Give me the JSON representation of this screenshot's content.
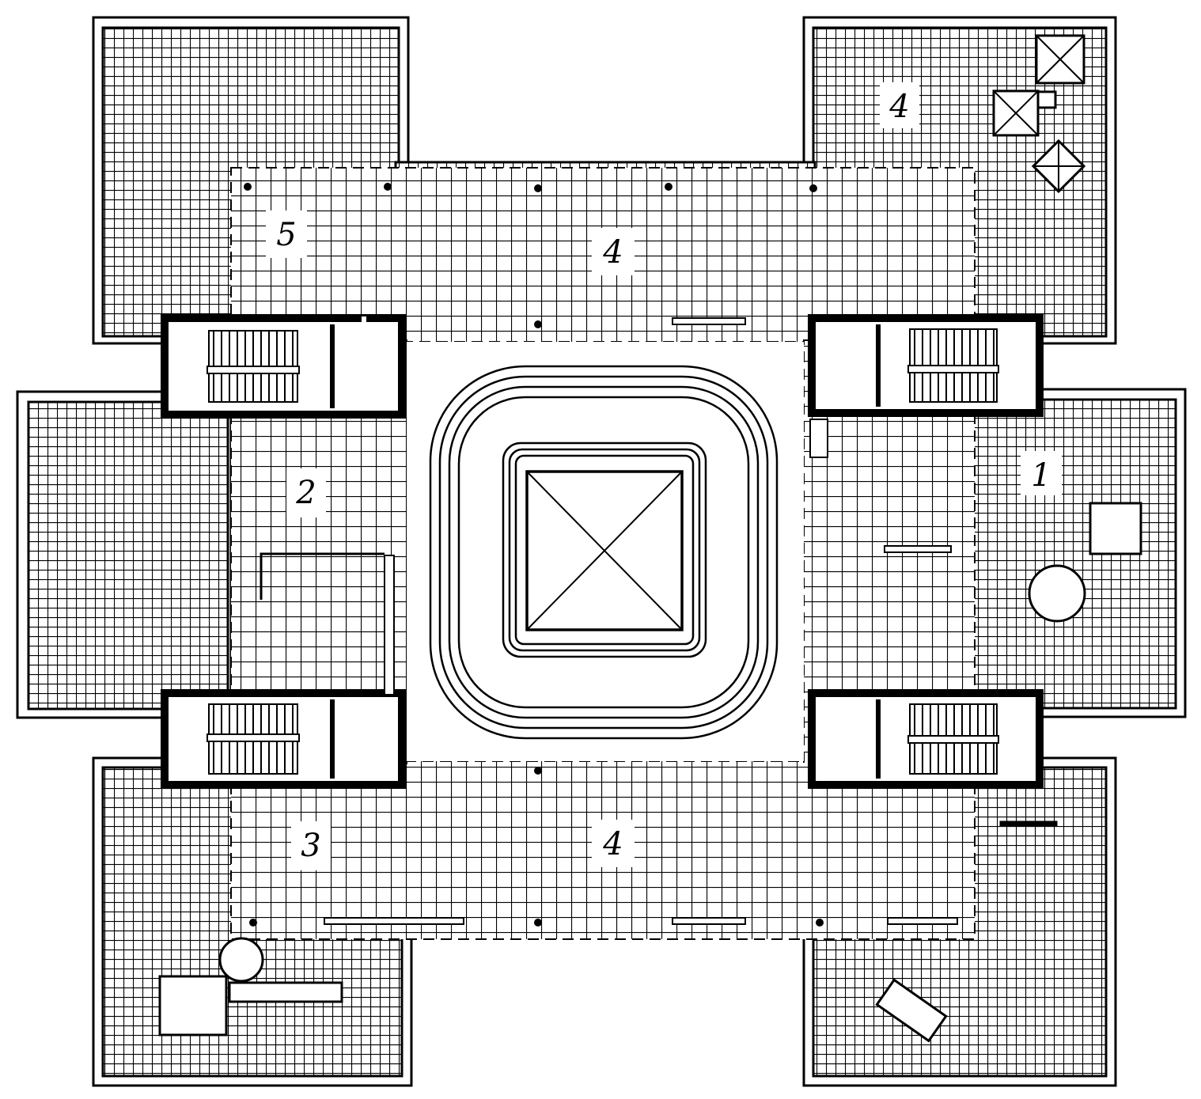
{
  "plan": {
    "colors": {
      "ink": "#000000",
      "paper": "#ffffff"
    },
    "labels": [
      {
        "id": "label-1",
        "text": "1"
      },
      {
        "id": "label-2",
        "text": "2"
      },
      {
        "id": "label-3",
        "text": "3"
      },
      {
        "id": "label-4-top-right",
        "text": "4"
      },
      {
        "id": "label-4-top",
        "text": "4"
      },
      {
        "id": "label-4-bottom",
        "text": "4"
      },
      {
        "id": "label-5",
        "text": "5"
      }
    ]
  }
}
